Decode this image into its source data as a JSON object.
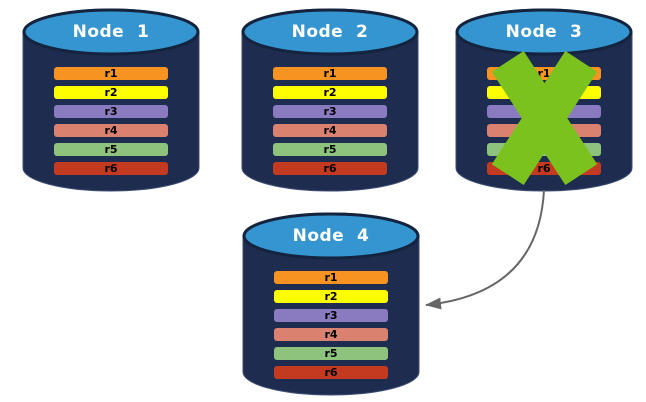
{
  "styles": {
    "background": "#FFFFFF",
    "cylinder_body": "#1D2C4F",
    "cylinder_edge": "#3E4E73",
    "cylinder_top": "#3595D1",
    "cylinder_top_edge": "#14243F",
    "title_color": "#FFFFFF",
    "record_label_color": "#000000",
    "failure_cross_color": "#7CC21E",
    "arrow_color": "#666666"
  },
  "nodes": [
    {
      "title": "Node  1",
      "failed": false,
      "records": [
        {
          "label": "r1",
          "color": "#F79421"
        },
        {
          "label": "r2",
          "color": "#FEFE00"
        },
        {
          "label": "r3",
          "color": "#8A7BC0"
        },
        {
          "label": "r4",
          "color": "#DA8170"
        },
        {
          "label": "r5",
          "color": "#8EC37E"
        },
        {
          "label": "r6",
          "color": "#C33A21"
        }
      ]
    },
    {
      "title": "Node  2",
      "failed": false,
      "records": [
        {
          "label": "r1",
          "color": "#F79421"
        },
        {
          "label": "r2",
          "color": "#FEFE00"
        },
        {
          "label": "r3",
          "color": "#8A7BC0"
        },
        {
          "label": "r4",
          "color": "#DA8170"
        },
        {
          "label": "r5",
          "color": "#8EC37E"
        },
        {
          "label": "r6",
          "color": "#C33A21"
        }
      ]
    },
    {
      "title": "Node  3",
      "failed": true,
      "records": [
        {
          "label": "r1",
          "color": "#F79421"
        },
        {
          "label": "r2",
          "color": "#FEFE00"
        },
        {
          "label": "r3",
          "color": "#8A7BC0"
        },
        {
          "label": "r4",
          "color": "#DA8170"
        },
        {
          "label": "r5",
          "color": "#8EC37E"
        },
        {
          "label": "r6",
          "color": "#C33A21"
        }
      ]
    },
    {
      "title": "Node  4",
      "failed": false,
      "records": [
        {
          "label": "r1",
          "color": "#F79421"
        },
        {
          "label": "r2",
          "color": "#FEFE00"
        },
        {
          "label": "r3",
          "color": "#8A7BC0"
        },
        {
          "label": "r4",
          "color": "#DA8170"
        },
        {
          "label": "r5",
          "color": "#8EC37E"
        },
        {
          "label": "r6",
          "color": "#C33A21"
        }
      ]
    }
  ],
  "arrow": {
    "from": "Node  3",
    "to": "Node  4"
  }
}
